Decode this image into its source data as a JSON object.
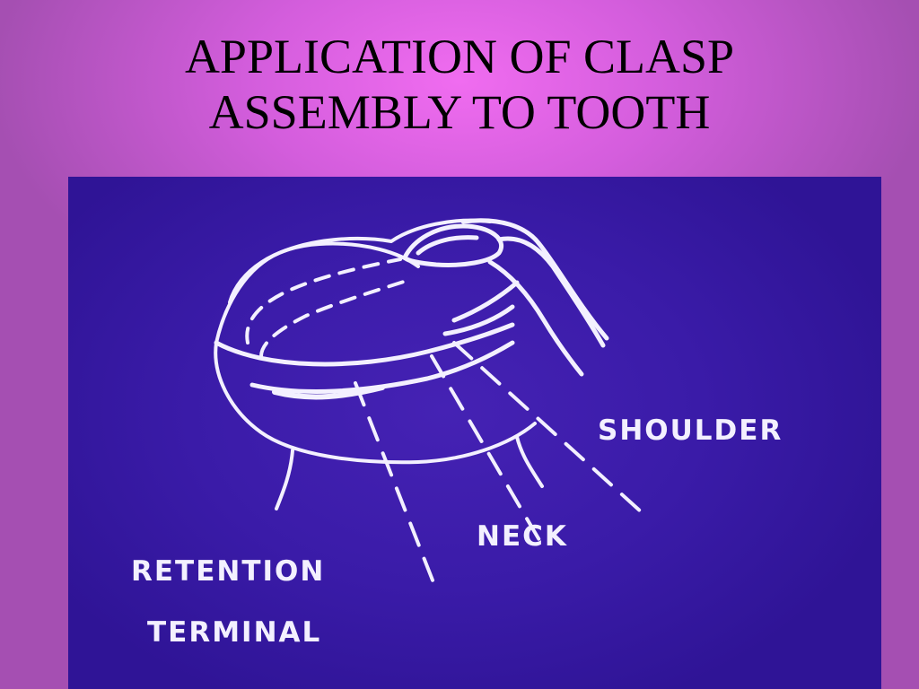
{
  "slide": {
    "title_lines": [
      "APPLICATION OF CLASP",
      "ASSEMBLY TO TOOTH"
    ]
  },
  "diagram": {
    "labels": {
      "shoulder": "SHOULDER",
      "neck": "NECK",
      "retention": "RETENTION",
      "terminal": "TERMINAL"
    }
  },
  "colors": {
    "slide_background": "#a24fb0",
    "title_glow": "#f06cf0",
    "photo_background": "#3a1ba8",
    "line_art": "#f3f0ff",
    "title_text": "#000000"
  }
}
